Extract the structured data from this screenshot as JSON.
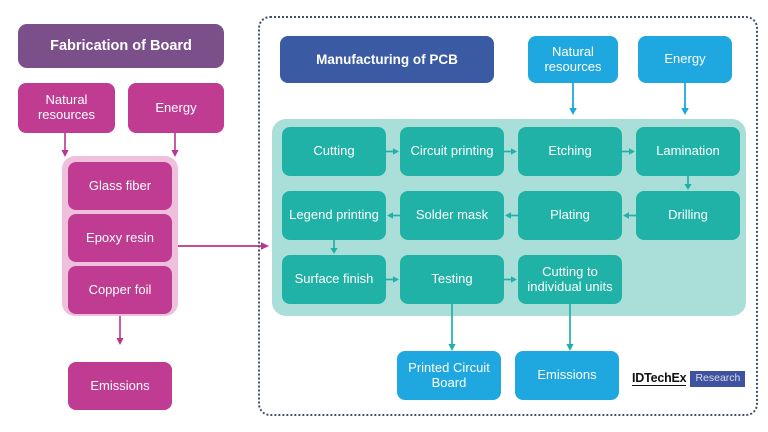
{
  "diagram": {
    "title_left": "Fabrication of Board",
    "title_right": "Manufacturing of PCB",
    "colors": {
      "purple_header": "#7a4f8a",
      "magenta": "#bf3c92",
      "light_pink": "#eec0dc",
      "navy_header": "#3a5ba4",
      "cyan": "#1fa8e0",
      "teal": "#20b2a6",
      "light_teal": "#a9ded9",
      "panel_border": "#44506b",
      "magenta_arrow": "#b8368c",
      "teal_arrow": "#20b2a6",
      "cyan_arrow": "#1fa8e0"
    }
  },
  "left_panel": {
    "header": "Fabrication of Board",
    "inputs": [
      {
        "label": "Natural resources"
      },
      {
        "label": "Energy"
      }
    ],
    "materials": [
      {
        "label": "Glass fiber"
      },
      {
        "label": "Epoxy resin"
      },
      {
        "label": "Copper foil"
      }
    ],
    "output": {
      "label": "Emissions"
    }
  },
  "right_panel": {
    "header": "Manufacturing of PCB",
    "inputs": [
      {
        "label": "Natural resources"
      },
      {
        "label": "Energy"
      }
    ],
    "process_rows": [
      [
        {
          "label": "Cutting"
        },
        {
          "label": "Circuit printing"
        },
        {
          "label": "Etching"
        },
        {
          "label": "Lamination"
        }
      ],
      [
        {
          "label": "Legend printing"
        },
        {
          "label": "Solder mask"
        },
        {
          "label": "Plating"
        },
        {
          "label": "Drilling"
        }
      ],
      [
        {
          "label": "Surface finish"
        },
        {
          "label": "Testing"
        },
        {
          "label": "Cutting to individual units"
        }
      ]
    ],
    "outputs": [
      {
        "label": "Printed Circuit Board"
      },
      {
        "label": "Emissions"
      }
    ]
  },
  "logo": {
    "main": "IDTechEx",
    "badge": "Research"
  }
}
